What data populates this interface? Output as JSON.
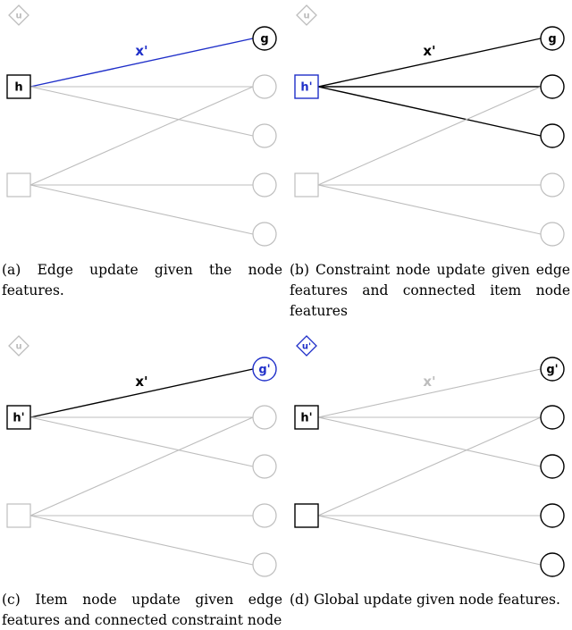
{
  "colors": {
    "active": "#000000",
    "inactive": "#bdbdbd",
    "updated": "#1f2fc9"
  },
  "panels": [
    {
      "id": "a",
      "caption": "(a) Edge update given the node features.",
      "global_node": {
        "label": "u",
        "state": "inactive"
      },
      "constraint_nodes": [
        {
          "label": "h",
          "state": "active"
        },
        {
          "label": "",
          "state": "inactive"
        }
      ],
      "item_nodes": [
        {
          "label": "g",
          "state": "active"
        },
        {
          "label": "",
          "state": "inactive"
        },
        {
          "label": "",
          "state": "inactive"
        },
        {
          "label": "",
          "state": "inactive"
        },
        {
          "label": "",
          "state": "inactive"
        }
      ],
      "edges": [
        {
          "from": 0,
          "to": 0,
          "state": "updated",
          "label": "x'"
        },
        {
          "from": 0,
          "to": 1,
          "state": "inactive",
          "label": ""
        },
        {
          "from": 0,
          "to": 2,
          "state": "inactive",
          "label": ""
        },
        {
          "from": 1,
          "to": 1,
          "state": "inactive",
          "label": ""
        },
        {
          "from": 1,
          "to": 3,
          "state": "inactive",
          "label": ""
        },
        {
          "from": 1,
          "to": 4,
          "state": "inactive",
          "label": ""
        }
      ]
    },
    {
      "id": "b",
      "caption": "(b) Constraint node update given edge features and connected item node features",
      "global_node": {
        "label": "u",
        "state": "inactive"
      },
      "constraint_nodes": [
        {
          "label": "h'",
          "state": "updated"
        },
        {
          "label": "",
          "state": "inactive"
        }
      ],
      "item_nodes": [
        {
          "label": "g",
          "state": "active"
        },
        {
          "label": "",
          "state": "active"
        },
        {
          "label": "",
          "state": "active"
        },
        {
          "label": "",
          "state": "inactive"
        },
        {
          "label": "",
          "state": "inactive"
        }
      ],
      "edges": [
        {
          "from": 0,
          "to": 0,
          "state": "active",
          "label": "x'"
        },
        {
          "from": 0,
          "to": 1,
          "state": "active",
          "label": ""
        },
        {
          "from": 0,
          "to": 2,
          "state": "active",
          "label": ""
        },
        {
          "from": 1,
          "to": 1,
          "state": "inactive",
          "label": ""
        },
        {
          "from": 1,
          "to": 3,
          "state": "inactive",
          "label": ""
        },
        {
          "from": 1,
          "to": 4,
          "state": "inactive",
          "label": ""
        }
      ]
    },
    {
      "id": "c",
      "caption": "(c) Item node update given edge features and connected constraint node",
      "global_node": {
        "label": "u",
        "state": "inactive"
      },
      "constraint_nodes": [
        {
          "label": "h'",
          "state": "active"
        },
        {
          "label": "",
          "state": "inactive"
        }
      ],
      "item_nodes": [
        {
          "label": "g'",
          "state": "updated"
        },
        {
          "label": "",
          "state": "inactive"
        },
        {
          "label": "",
          "state": "inactive"
        },
        {
          "label": "",
          "state": "inactive"
        },
        {
          "label": "",
          "state": "inactive"
        }
      ],
      "edges": [
        {
          "from": 0,
          "to": 0,
          "state": "active",
          "label": "x'"
        },
        {
          "from": 0,
          "to": 1,
          "state": "inactive",
          "label": ""
        },
        {
          "from": 0,
          "to": 2,
          "state": "inactive",
          "label": ""
        },
        {
          "from": 1,
          "to": 1,
          "state": "inactive",
          "label": ""
        },
        {
          "from": 1,
          "to": 3,
          "state": "inactive",
          "label": ""
        },
        {
          "from": 1,
          "to": 4,
          "state": "inactive",
          "label": ""
        }
      ]
    },
    {
      "id": "d",
      "caption": "(d) Global update given node features.",
      "global_node": {
        "label": "u'",
        "state": "updated"
      },
      "constraint_nodes": [
        {
          "label": "h'",
          "state": "active"
        },
        {
          "label": "",
          "state": "active"
        }
      ],
      "item_nodes": [
        {
          "label": "g'",
          "state": "active"
        },
        {
          "label": "",
          "state": "active"
        },
        {
          "label": "",
          "state": "active"
        },
        {
          "label": "",
          "state": "active"
        },
        {
          "label": "",
          "state": "active"
        }
      ],
      "edges": [
        {
          "from": 0,
          "to": 0,
          "state": "inactive",
          "label": "x'"
        },
        {
          "from": 0,
          "to": 1,
          "state": "inactive",
          "label": ""
        },
        {
          "from": 0,
          "to": 2,
          "state": "inactive",
          "label": ""
        },
        {
          "from": 1,
          "to": 1,
          "state": "inactive",
          "label": ""
        },
        {
          "from": 1,
          "to": 3,
          "state": "inactive",
          "label": ""
        },
        {
          "from": 1,
          "to": 4,
          "state": "inactive",
          "label": ""
        }
      ]
    }
  ]
}
